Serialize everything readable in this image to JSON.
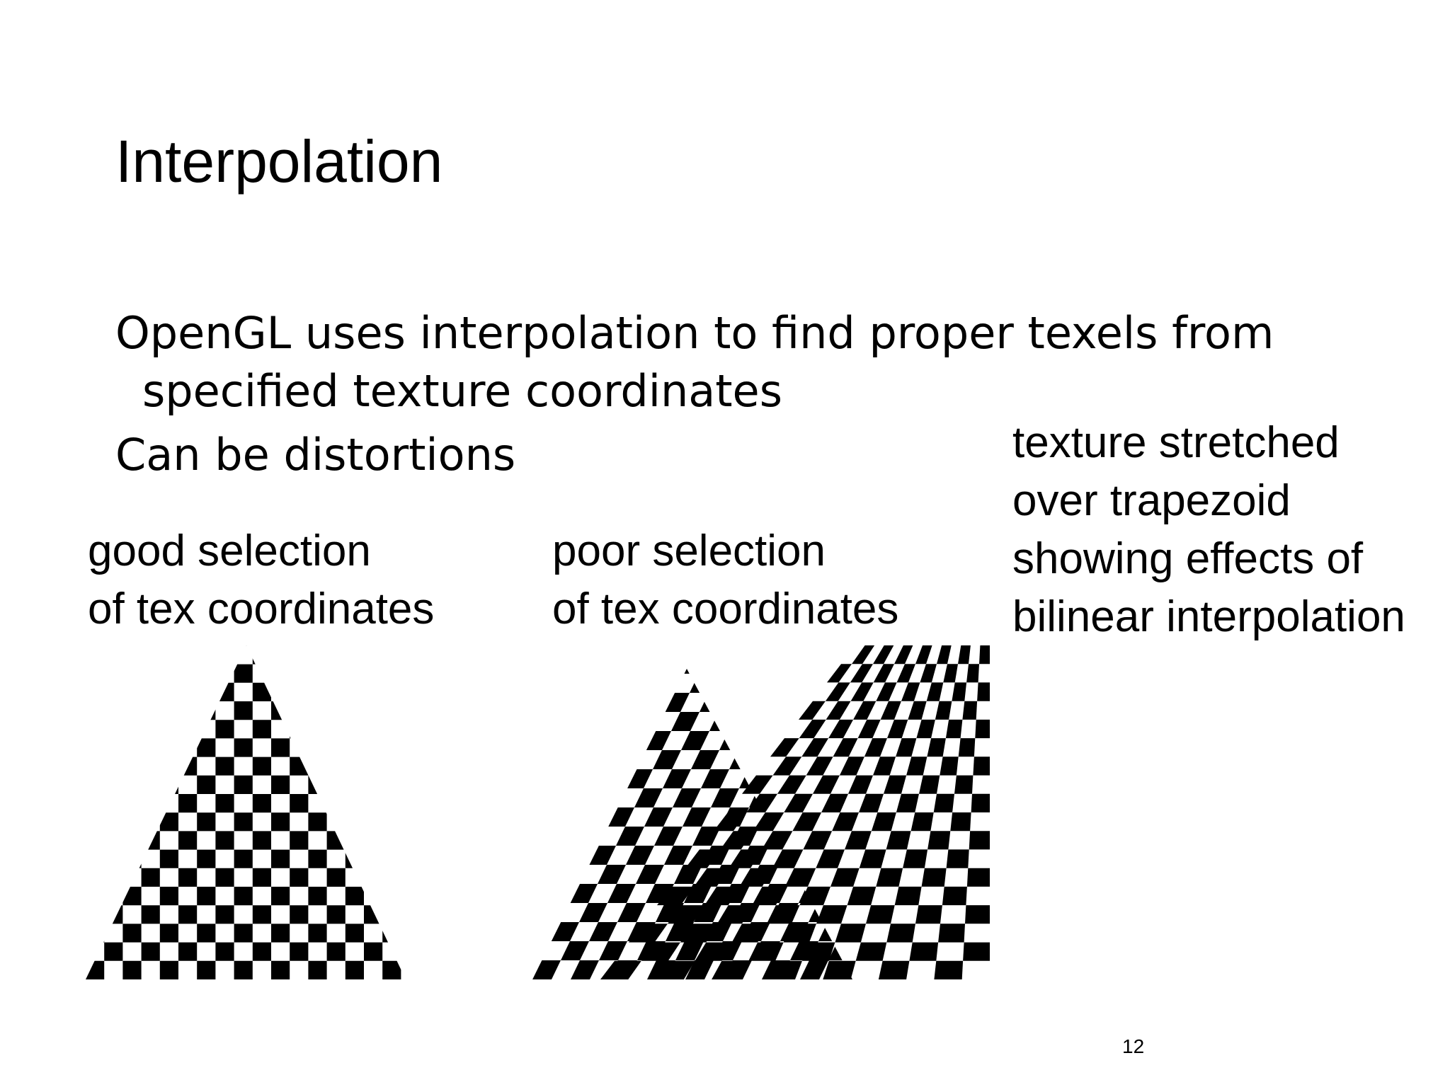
{
  "slide": {
    "title": "Interpolation",
    "bullets": [
      "OpenGL uses interpolation to find proper texels from specified texture coordinates",
      "Can be distortions"
    ],
    "figures": [
      {
        "caption": [
          "good selection",
          "of tex coordinates"
        ]
      },
      {
        "caption": [
          "poor selection",
          "of tex coordinates"
        ]
      },
      {
        "caption": [
          "texture stretched",
          "over trapezoid",
          "showing effects of",
          "bilinear interpolation"
        ]
      }
    ],
    "page_number": "12"
  },
  "colors": {
    "background": "#ffffff",
    "text": "#000000",
    "checker_dark": "#000000",
    "checker_light": "#ffffff"
  }
}
